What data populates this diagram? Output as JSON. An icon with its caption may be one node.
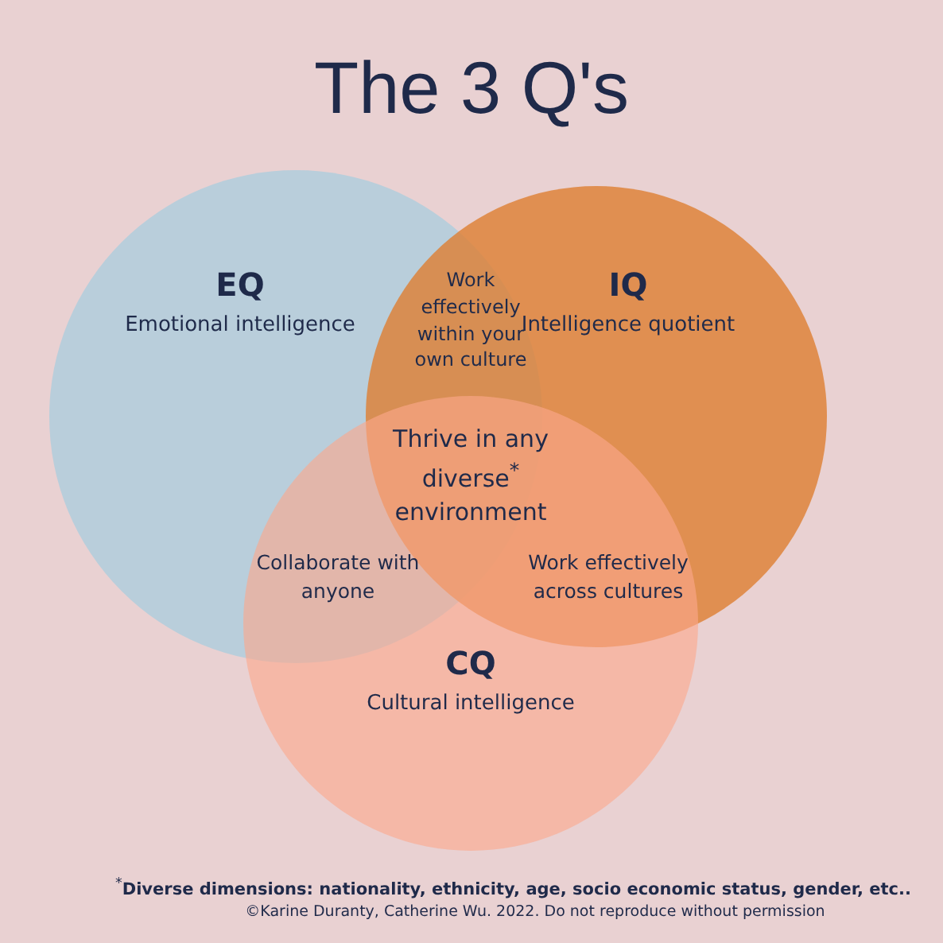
{
  "diagram": {
    "title": "The 3 Q's",
    "nodes": [
      {
        "text": [
          "EQ",
          "Emotional intelligence"
        ]
      },
      {
        "text": [
          "IQ",
          "Intelligence quotient"
        ]
      },
      {
        "text": [
          "CQ",
          "Cultural intelligence"
        ]
      }
    ],
    "labels": [
      "Work effectively within your own culture",
      "Thrive in any diverse$^{*}$ environment",
      "Collaborate with anyone",
      "Work effectively across cultures",
      "$^{*}$**Diverse dimensions: nationality, ethnicity, age, socio economic status, gender, etc..**",
      "©Karine Duranty, Catherine Wu. 2022. Do not reproduce without permission"
    ]
  }
}
